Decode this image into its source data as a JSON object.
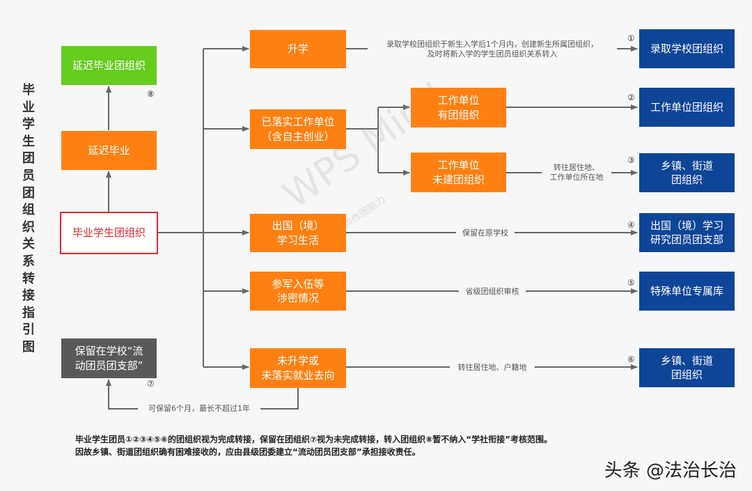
{
  "title": "毕业学生团员团组织关系转接指引图",
  "nodes": {
    "root": "毕业学生团组织",
    "delay_grad": "延迟毕业",
    "delay_org": "延迟毕业团组织",
    "keep_school": "保留在学校“流\n动团员团支部”",
    "further_study": "升学",
    "employed": "已落实工作单位\n（含自主创业）",
    "unit_has_org": "工作单位\n有团组织",
    "unit_no_org": "工作单位\n未建团组织",
    "abroad": "出国（境）\n学习生活",
    "military": "参军入伍等\n涉密情况",
    "unemployed": "未升学或\n未落实就业去向"
  },
  "targets": {
    "t1": "录取学校团组织",
    "t2": "工作单位团组织",
    "t3": "乡镇、街道\n团组织",
    "t4": "出国（境）学习\n研究团员团支部",
    "t5": "特殊单位专属库",
    "t6": "乡镇、街道\n团组织"
  },
  "edge_labels": {
    "further_study": "录取学校团组织于新生入学后1个月内，创建新生所属团组织，\n及时将新入学的学生团员组织关系转入",
    "unit_no_org": "转往居住地、\n工作单位所在地",
    "abroad": "保留在原学校",
    "military": "省级团组织审核",
    "unemployed": "转往居住地、户籍地",
    "keep": "可保留6个月，最长不超过1年"
  },
  "markers": {
    "m1": "①",
    "m2": "②",
    "m3": "③",
    "m4": "④",
    "m5": "⑤",
    "m6": "⑥",
    "m7": "⑦",
    "m8": "⑧"
  },
  "footer": "毕业学生团员①②③④⑤⑥的团组织视为完成转接，保留在团组织⑦视为未完成转接，转入团组织⑧暂不纳入“学社衔接”考核范围。\n因故乡镇、街道团组织确有困难接收的，应由县级团委建立“流动团员团支部”承担接收责任。",
  "watermark": {
    "main": "WPS Mind",
    "sub": "WPS仅提供作图能力"
  },
  "brand": "头条 @法治长治",
  "colors": {
    "orange": "#ff8012",
    "blue": "#0e4597",
    "green": "#66cc1d",
    "grey": "#595959",
    "red": "#e8262d"
  }
}
